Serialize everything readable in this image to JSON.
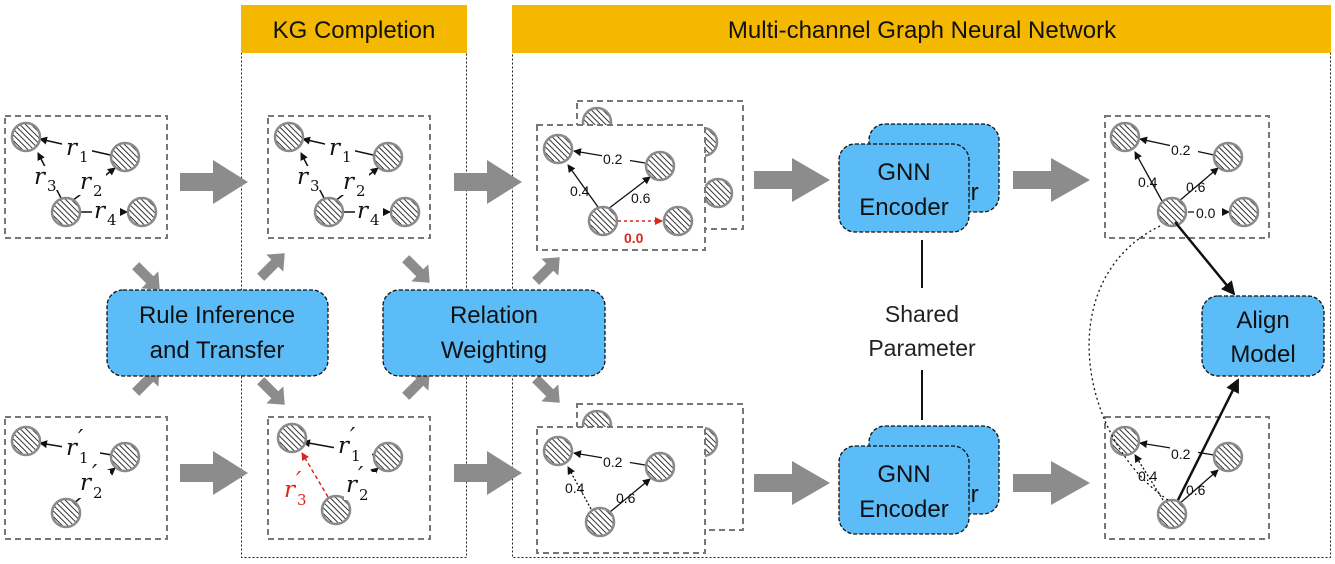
{
  "headers": {
    "kg_completion": "KG Completion",
    "mcgnn": "Multi-channel Graph Neural Network"
  },
  "modules": {
    "rule_inference_line1": "Rule Inference",
    "rule_inference_line2": "and Transfer",
    "relation_weighting_line1": "Relation",
    "relation_weighting_line2": "Weighting",
    "gnn_line1": "GNN",
    "gnn_line2": "Encoder",
    "gnn_back_fragment": "er",
    "shared_line1": "Shared",
    "shared_line2": "Parameter",
    "align_line1": "Align",
    "align_line2": "Model"
  },
  "relations": {
    "r": "r",
    "sub1": "1",
    "sub2": "2",
    "sub3": "3",
    "sub4": "4",
    "prime": "′"
  },
  "weights": {
    "top_r1": "0.2",
    "top_r3": "0.4",
    "top_r2": "0.6",
    "top_r4": "0.0",
    "bot_r1": "0.2",
    "bot_r3": "0.4",
    "bot_r2": "0.6"
  },
  "colors": {
    "header_bg": "#f5b800",
    "module_fill": "#5bbcf7",
    "arrow_gray": "#8c8c8c",
    "added_relation": "#d62a1e"
  }
}
